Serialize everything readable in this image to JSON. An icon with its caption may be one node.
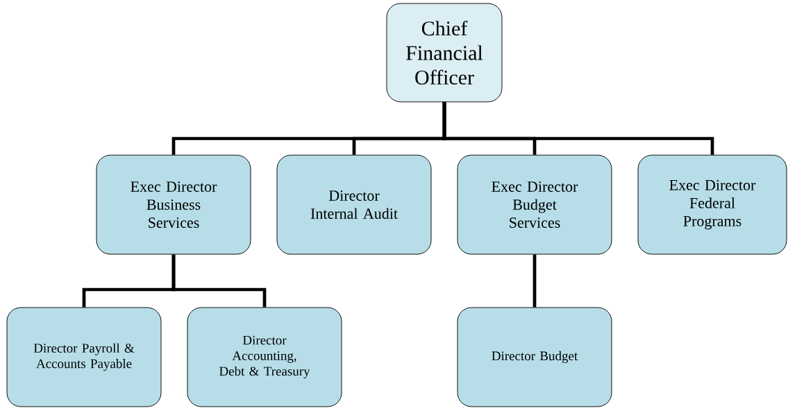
{
  "diagram": {
    "nodes": [
      {
        "text": [
          "Chief Financial Officer"
        ]
      },
      {
        "text": [
          "Exec Director Business Services"
        ]
      },
      {
        "text": [
          "Director Internal Audit"
        ]
      },
      {
        "text": [
          "Exec Director Budget Services"
        ]
      },
      {
        "text": [
          "Exec Director Federal Programs"
        ]
      },
      {
        "text": [
          "Director Payroll & Accounts Payable"
        ]
      },
      {
        "text": [
          "Director Accounting, Debt & Treasury"
        ]
      },
      {
        "text": [
          "Director Budget"
        ]
      }
    ],
    "edges": [
      {
        "from": 0,
        "to": 1,
        "arrow": "none"
      },
      {
        "from": 0,
        "to": 2,
        "arrow": "none"
      },
      {
        "from": 0,
        "to": 3,
        "arrow": "none"
      },
      {
        "from": 0,
        "to": 4,
        "arrow": "none"
      },
      {
        "from": 1,
        "to": 5,
        "arrow": "none"
      },
      {
        "from": 1,
        "to": 6,
        "arrow": "none"
      },
      {
        "from": 3,
        "to": 7,
        "arrow": "none"
      }
    ]
  }
}
